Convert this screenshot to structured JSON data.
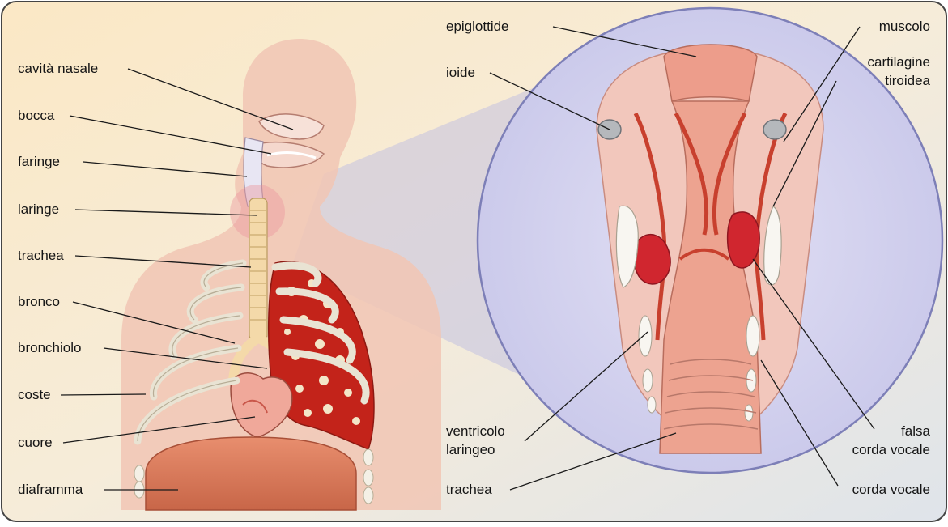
{
  "diagram": {
    "labels_left": [
      {
        "key": "cavita_nasale",
        "text": "cavità nasale"
      },
      {
        "key": "bocca",
        "text": "bocca"
      },
      {
        "key": "faringe",
        "text": "faringe"
      },
      {
        "key": "laringe",
        "text": "laringe"
      },
      {
        "key": "trachea",
        "text": "trachea"
      },
      {
        "key": "bronco",
        "text": "bronco"
      },
      {
        "key": "bronchiolo",
        "text": "bronchiolo"
      },
      {
        "key": "coste",
        "text": "coste"
      },
      {
        "key": "cuore",
        "text": "cuore"
      },
      {
        "key": "diaframma",
        "text": "diaframma"
      }
    ],
    "labels_inset": {
      "epiglottide": "epiglottide",
      "ioide": "ioide",
      "muscolo": "muscolo",
      "cartilagine_tiroidea": [
        "cartilagine",
        "tiroidea"
      ],
      "ventricolo_laringeo": [
        "ventricolo",
        "laringeo"
      ],
      "trachea": "trachea",
      "falsa_corda_vocale": [
        "falsa",
        "corda vocale"
      ],
      "corda_vocale": "corda vocale"
    },
    "colors": {
      "background": "#fbeeda",
      "body_skin": "#f2c4b2",
      "lung": "#c3231a",
      "inset_bg": "#d4d4f0",
      "larynx_tissue": "#e99a85",
      "vocal_red": "#d0262f",
      "leader_line": "#1a1a1a",
      "bone": "#f4f0e6"
    }
  }
}
